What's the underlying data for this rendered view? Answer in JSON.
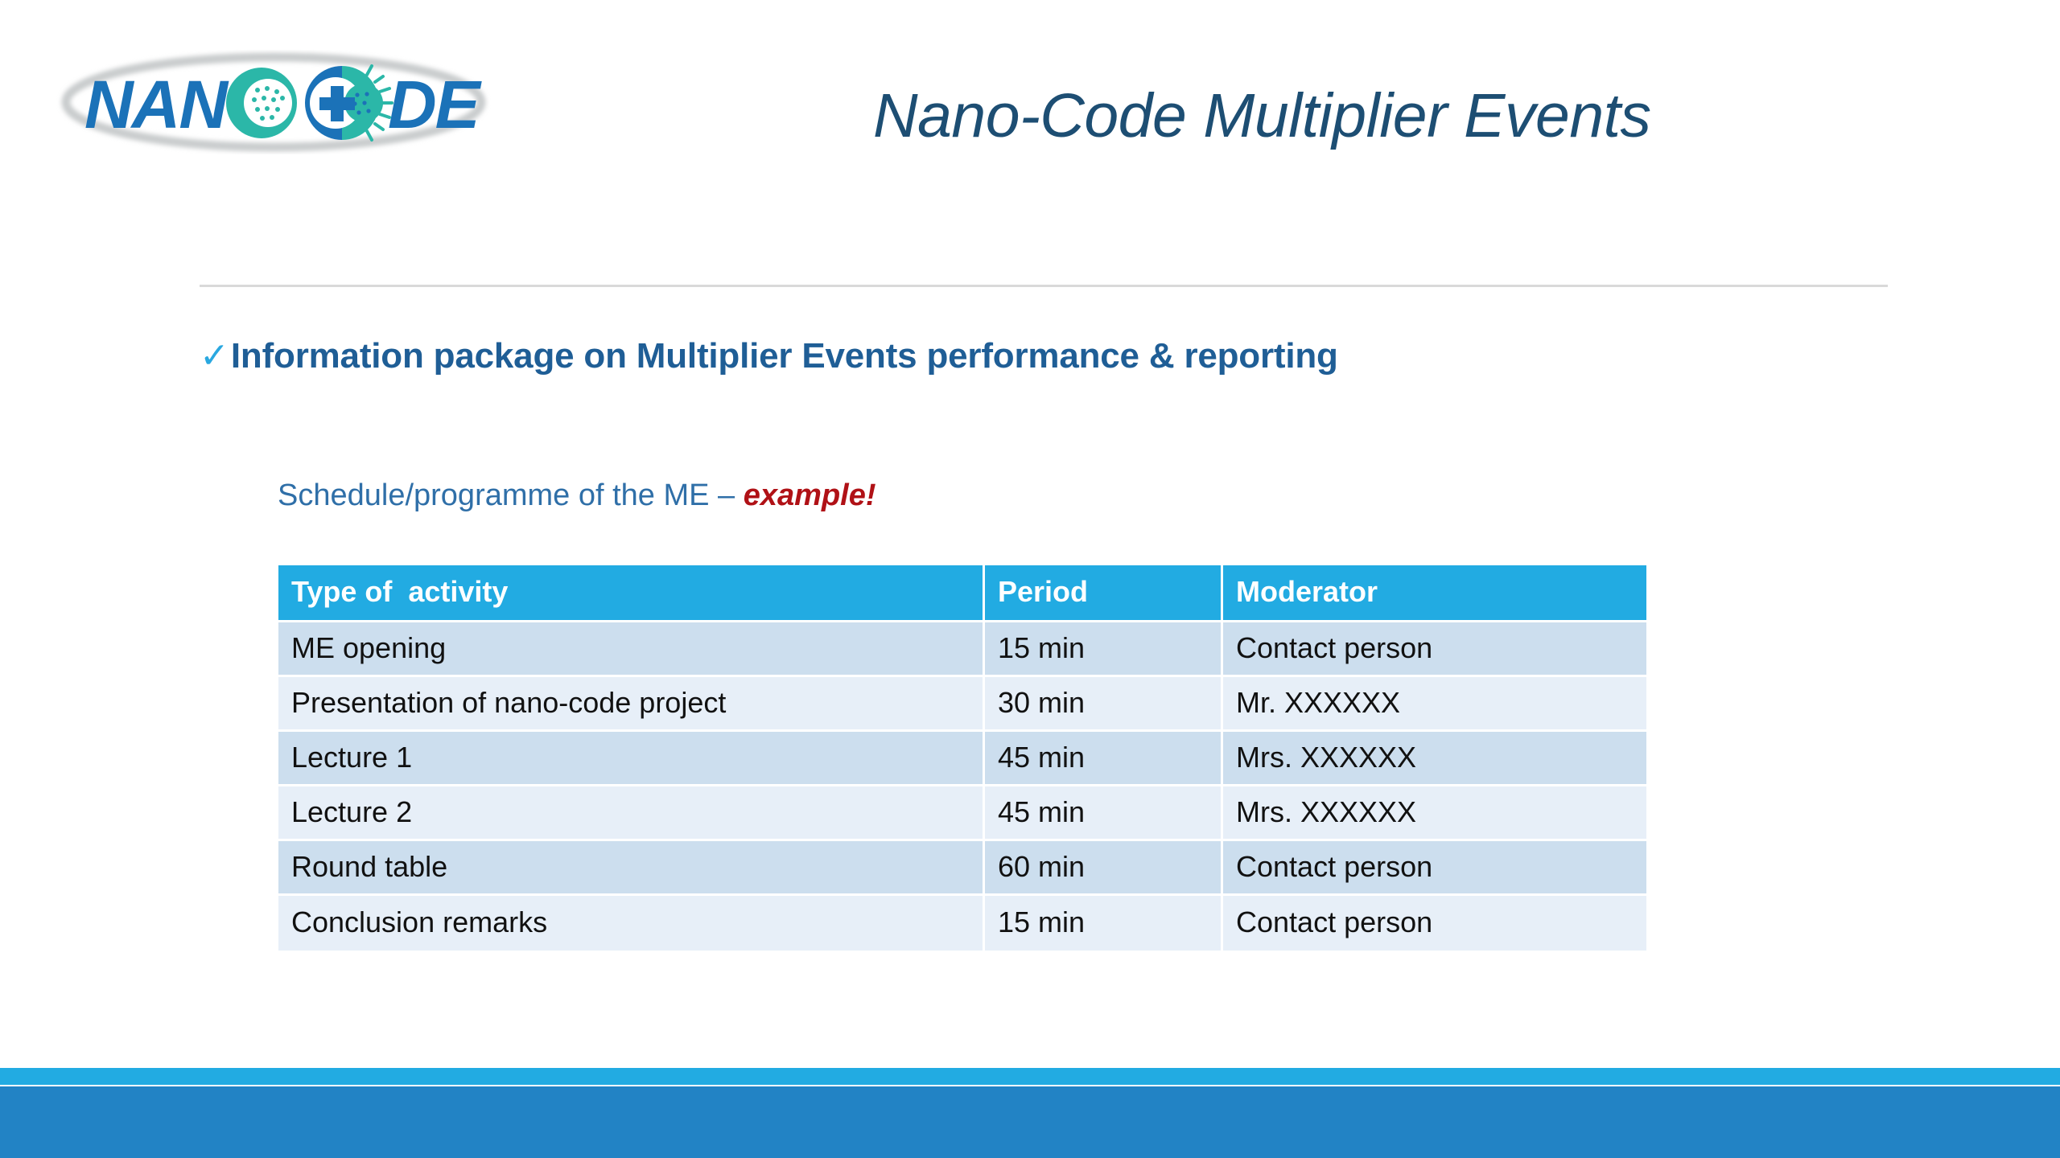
{
  "slide": {
    "title": "Nano-Code Multiplier Events",
    "logo_alt": "NANOCODE",
    "logo_text_left": "NAN",
    "logo_text_right": "DE"
  },
  "heading": {
    "check_glyph": "✓",
    "text": "Information package on Multiplier Events performance & reporting"
  },
  "subheading": {
    "prefix": "Schedule/programme of the ME – ",
    "accent": "example!"
  },
  "table": {
    "columns": [
      "Type of  activity",
      "Period",
      "Moderator"
    ],
    "rows": [
      {
        "activity": "ME opening",
        "period": "15 min",
        "moderator": "Contact person"
      },
      {
        "activity": "Presentation of nano-code project",
        "period": "30 min",
        "moderator": "Mr. XXXXXX"
      },
      {
        "activity": "Lecture 1",
        "period": "45 min",
        "moderator": "Mrs. XXXXXX"
      },
      {
        "activity": "Lecture 2",
        "period": "45 min",
        "moderator": "Mrs. XXXXXX"
      },
      {
        "activity": "Round table",
        "period": "60 min",
        "moderator": "Contact person"
      },
      {
        "activity": "Conclusion remarks",
        "period": "15 min",
        "moderator": "Contact person"
      }
    ]
  },
  "colors": {
    "header_blue": "#22abe2",
    "row_odd": "#ccdeee",
    "row_even": "#e7eff8",
    "title_blue": "#1d4e73",
    "heading_blue": "#1f5e96",
    "accent_red": "#b01116",
    "footer_light": "#22abe2",
    "footer_dark": "#2283c5",
    "divider_grey": "#d9d9d9",
    "logo_blue": "#1b72b8",
    "logo_teal": "#2bb7a8"
  }
}
